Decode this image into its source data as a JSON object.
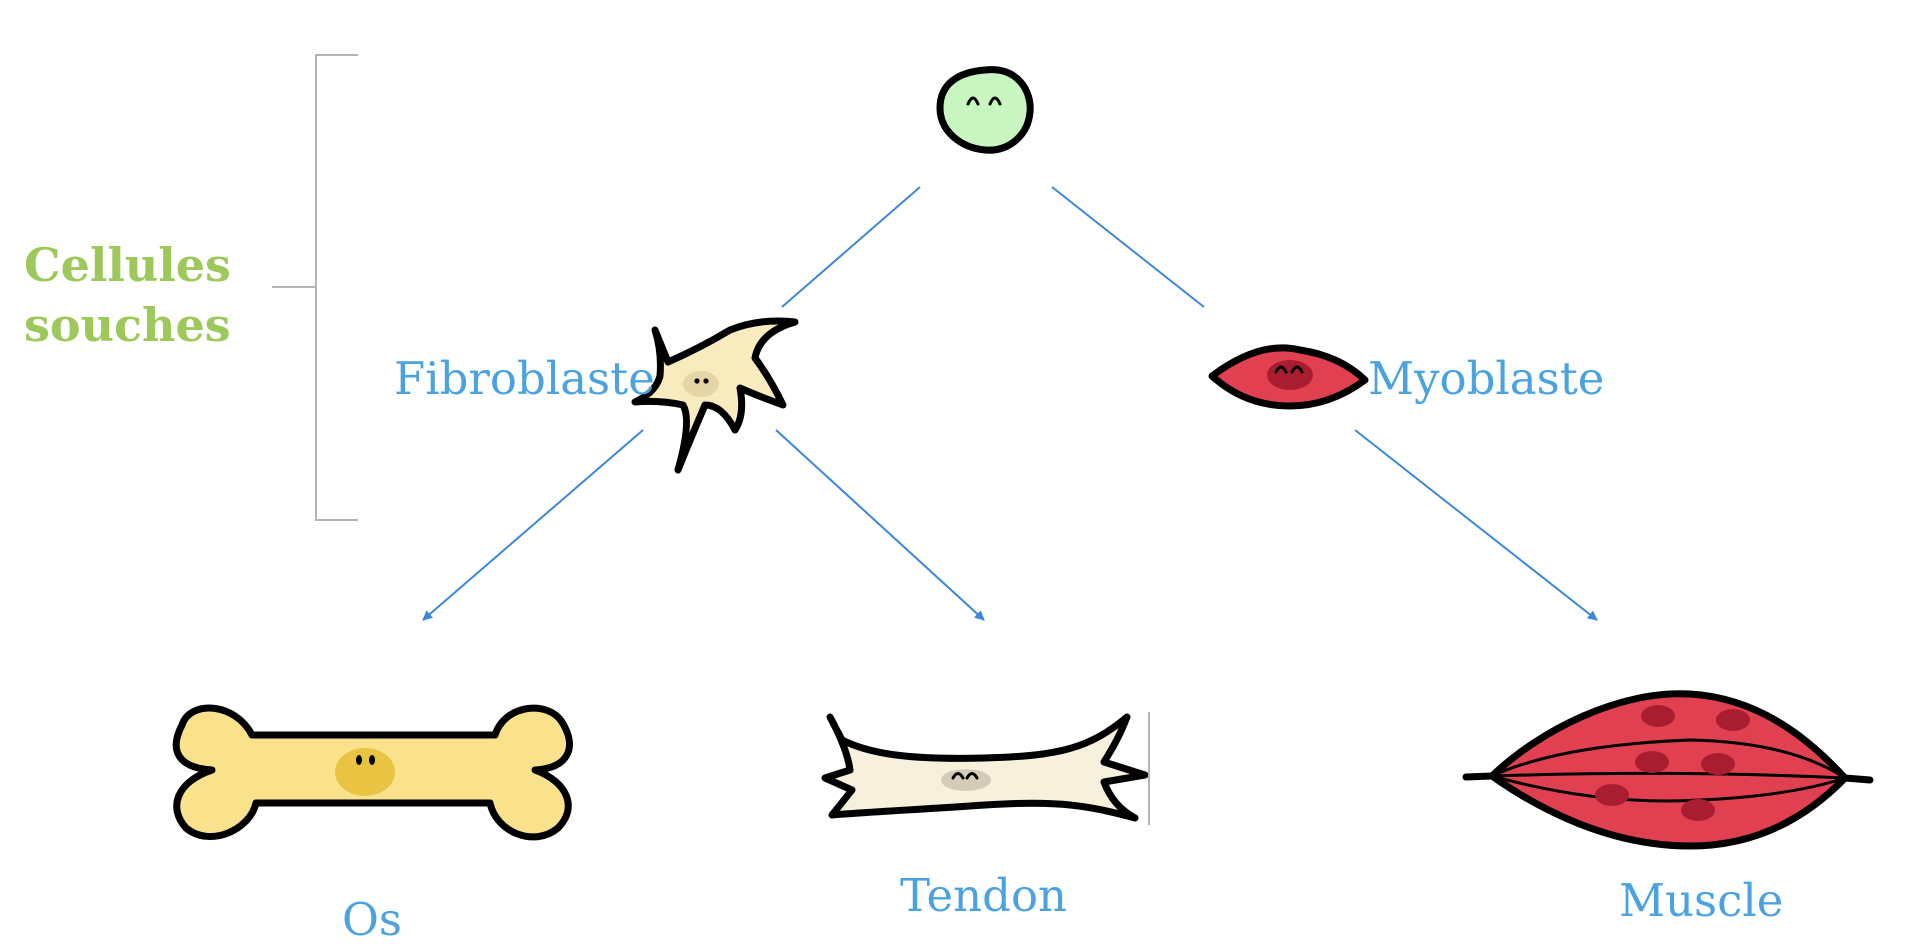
{
  "stem_cells": {
    "line1": "Cellules",
    "line2": "souches"
  },
  "nodes": {
    "fibroblast": "Fibroblaste",
    "myoblast": "Myoblaste",
    "bone": "Os",
    "tendon": "Tendon",
    "muscle": "Muscle"
  },
  "colors": {
    "label_blue": "#4aa3e0",
    "stem_green": "#9dc85a",
    "arrow_blue": "#3b87dc",
    "bracket_gray": "#b4b4b4",
    "stem_cell_fill": "#c8f5c0",
    "fibroblast_fill": "#f8ecbe",
    "myoblast_fill": "#e04050",
    "bone_fill": "#fae18c",
    "tendon_fill": "#f6f0dc",
    "muscle_fill": "#e04050"
  },
  "icons": {
    "stem_cell": "stem-cell-icon",
    "fibroblast": "fibroblast-cell-icon",
    "myoblast": "myoblast-cell-icon",
    "bone": "bone-icon",
    "tendon": "tendon-icon",
    "muscle": "muscle-icon"
  }
}
